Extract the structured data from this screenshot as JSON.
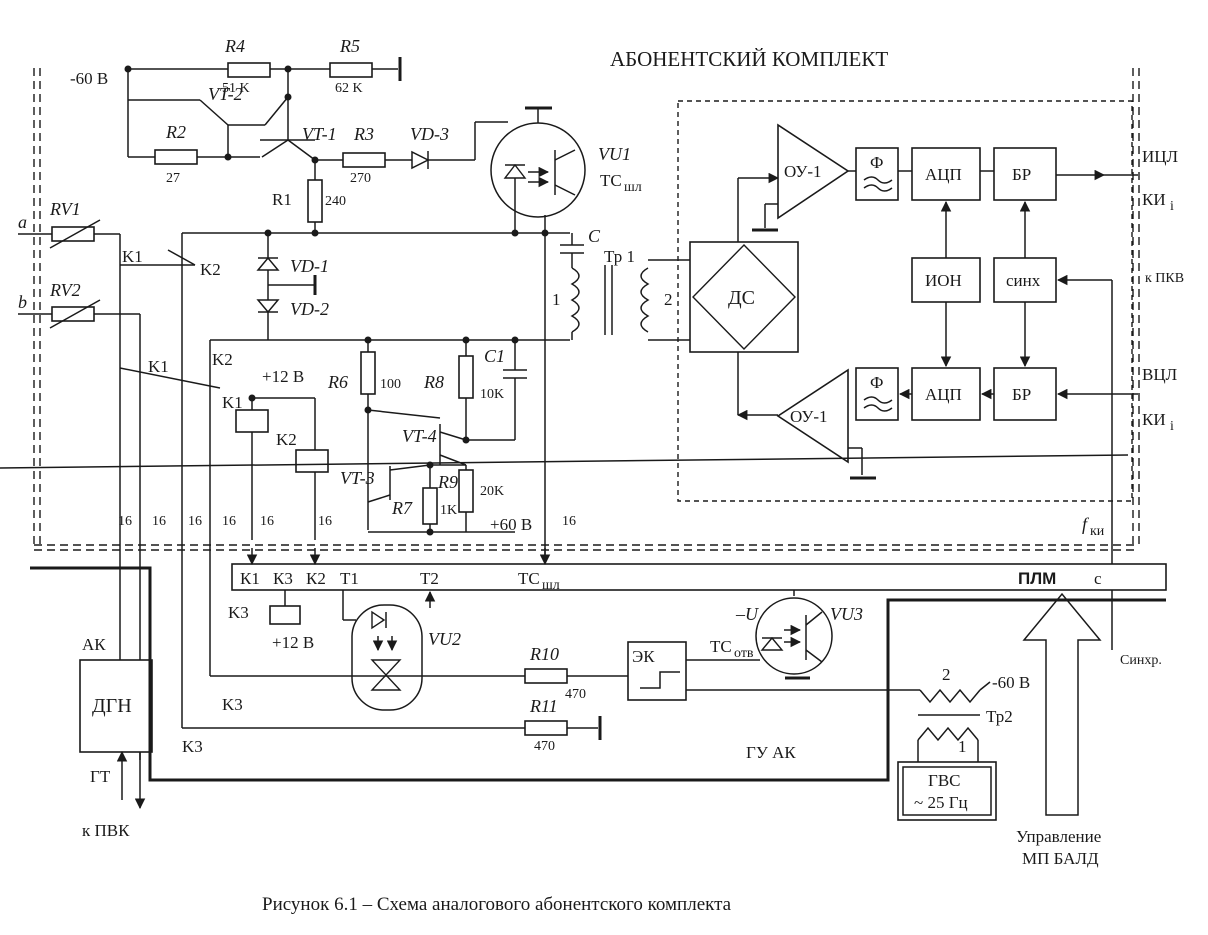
{
  "title": "АБОНЕНТСКИЙ КОМПЛЕКТ",
  "caption": "Рисунок 6.1 – Схема аналогового абонентского комплекта",
  "supply": {
    "minus60": "-60 В",
    "plus12_top": "+12 В",
    "plus12_bottom": "+12 В",
    "plus60": "+60 В",
    "minus60_tr": "-60 В",
    "minus_u": "–U"
  },
  "resistors": {
    "r4": "R4",
    "r4_val": "51 K",
    "r5": "R5",
    "r5_val": "62 K",
    "r2": "R2",
    "r2_val": "27",
    "r3": "R3",
    "r3_val": "270",
    "r1": "R1",
    "r1_val": "240",
    "r6": "R6",
    "r6_val": "100",
    "r8": "R8",
    "r8_val": "10K",
    "r7": "R7",
    "r7_val": "1K",
    "r9": "R9",
    "r9_val": "20K",
    "r10": "R10",
    "r10_val": "470",
    "r11": "R11",
    "r11_val": "470",
    "rv1": "RV1",
    "rv2": "RV2"
  },
  "transistors": {
    "vt1": "VT-1",
    "vt2": "VT-2",
    "vt3": "VT-3",
    "vt4": "VT-4"
  },
  "diodes": {
    "vd1": "VD-1",
    "vd2": "VD-2",
    "vd3": "VD-3"
  },
  "optocouplers": {
    "vu1": "VU1",
    "vu1_sig": "TC",
    "vu1_sub": "шл",
    "vu2": "VU2",
    "vu3": "VU3"
  },
  "lines": {
    "a": "a",
    "b": "b"
  },
  "relays": {
    "k1": "K1",
    "k2": "K2",
    "k3": "K3"
  },
  "capacitors": {
    "c": "C",
    "c1": "C1"
  },
  "transformer1": {
    "name": "Тр 1",
    "w1": "1",
    "w2": "2"
  },
  "transformer2": {
    "name": "Тр2",
    "w1": "1",
    "w2": "2"
  },
  "blocks": {
    "ds": "ДС",
    "oa_top": "ОУ-1",
    "oa_bottom": "ОУ-1",
    "filter_top": "Ф",
    "filter_bottom": "Ф",
    "adc_top": "АЦП",
    "adc_bottom": "АЦП",
    "br_top": "БР",
    "br_bottom": "БР",
    "ion": "ИОН",
    "sync": "синх",
    "ek": "ЭК",
    "dgn": "ДГН",
    "gvs": "ГВС",
    "gvs_freq": "~ 25 Гц"
  },
  "signals": {
    "icl": "ИЦЛ",
    "ki_top": "КИ",
    "ki_top_sub": "i",
    "kpkv": "к ПКВ",
    "vcl": "ВЦЛ",
    "ki_bottom": "КИ",
    "ki_bottom_sub": "i",
    "fki": "f",
    "fki_sub": "ки",
    "sync_out": "Синхр.",
    "tc_otv": "TC",
    "tc_otv_sub": "отв",
    "ak": "АК",
    "gt": "ГТ",
    "k_pvk": "к ПВК",
    "gu_ak": "ГУ АК",
    "control_line1": "Управление",
    "control_line2": "МП БАЛД"
  },
  "bus": {
    "label": "ПЛМ",
    "c": "с",
    "pins": [
      "К1",
      "К3",
      "К2",
      "Т1",
      "Т2",
      "ТС",
      "шл"
    ]
  },
  "bus_width_labels": [
    "16",
    "16",
    "16",
    "16",
    "16",
    "16",
    "16"
  ]
}
